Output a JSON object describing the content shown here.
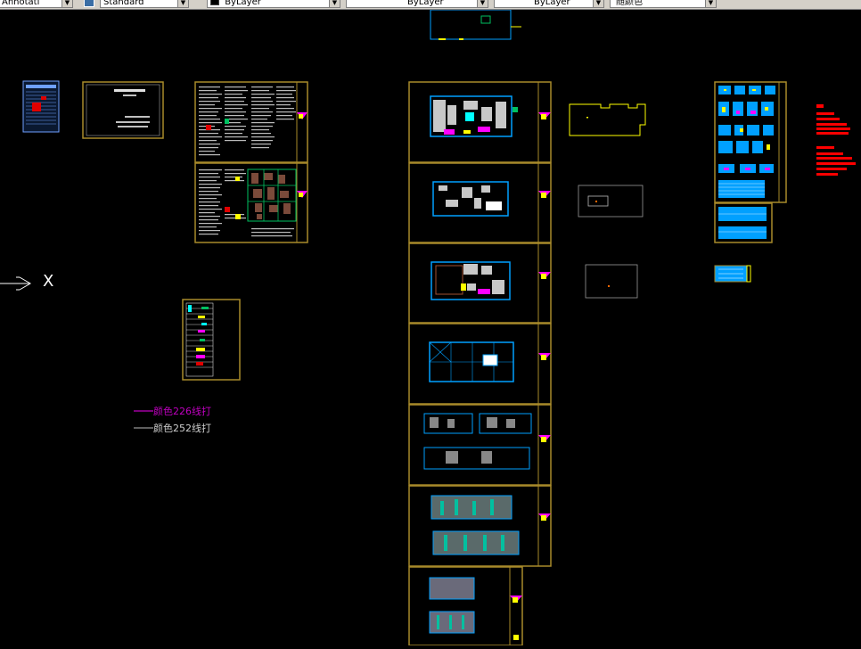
{
  "toolbar": {
    "combos": [
      {
        "value": "Annotati"
      },
      {
        "value": "Standard"
      },
      {
        "value": "ByLayer"
      },
      {
        "value": "ByLayer"
      },
      {
        "value": "ByLayer"
      },
      {
        "value": "随颜色"
      }
    ]
  },
  "axis": {
    "x_label": "X"
  },
  "legend": {
    "line1": "颜色226线打",
    "line2": "颜色252线打"
  },
  "colors": {
    "background": "#000000",
    "frame": "#a88a2a",
    "magenta": "#c000c0",
    "cyan": "#00a0ff",
    "yellow": "#ffff00",
    "red": "#ff0000"
  }
}
